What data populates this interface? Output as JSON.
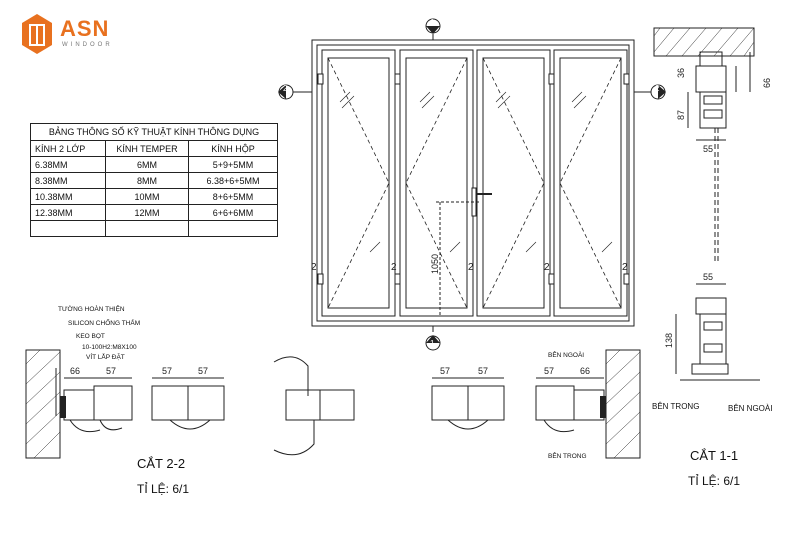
{
  "brand": {
    "name": "ASN",
    "sub": "WINDOOR",
    "accent": "#e8711f"
  },
  "spec_table": {
    "title": "BẢNG THÔNG SỐ KỸ THUẬT KÍNH THÔNG DỤNG",
    "headers": [
      "KÍNH 2 LỚP",
      "KÍNH TEMPER",
      "KÍNH HỘP"
    ],
    "rows": [
      [
        "6.38MM",
        "6MM",
        "5+9+5MM"
      ],
      [
        "8.38MM",
        "8MM",
        "6.38+6+5MM"
      ],
      [
        "10.38MM",
        "10MM",
        "8+6+5MM"
      ],
      [
        "12.38MM",
        "12MM",
        "6+6+6MM"
      ],
      [
        "",
        "",
        ""
      ]
    ]
  },
  "elevation": {
    "section_marks": [
      "1",
      "2",
      "1"
    ],
    "opening_mark": "2",
    "height_dim": "1050"
  },
  "section_2_2": {
    "title": "CẮT 2-2",
    "scale": "TỈ LỆ: 6/1",
    "callouts": [
      "TƯỜNG HOÀN THIỆN",
      "SILICON CHỐNG THẤM",
      "KEO BỌT",
      "10-100H2:M8X100",
      "VÍT LẮP ĐẶT"
    ],
    "dims_left": [
      "66",
      "57",
      "57",
      "57"
    ],
    "dims_right": [
      "57",
      "57",
      "57",
      "66"
    ],
    "label_outside": "BÊN NGOÀI",
    "label_inside": "BÊN TRONG"
  },
  "section_1_1": {
    "title": "CẮT 1-1",
    "scale": "TỈ LỆ: 6/1",
    "dims_top": [
      "36",
      "66",
      "87",
      "55"
    ],
    "dims_bottom": [
      "55",
      "138"
    ],
    "label_inside": "BÊN TRONG",
    "label_outside": "BÊN NGOÀI"
  }
}
